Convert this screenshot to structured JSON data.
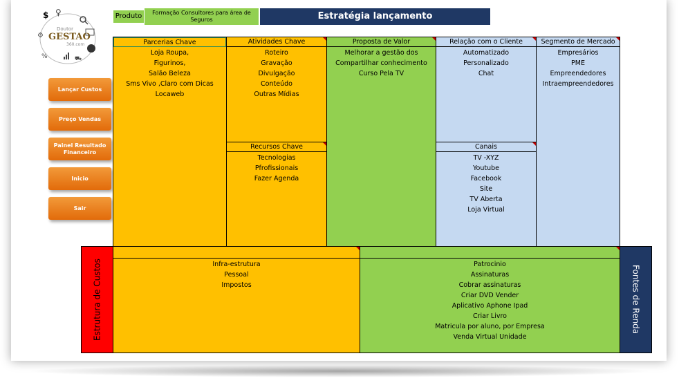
{
  "header": {
    "produto_label": "Produto",
    "produto_value": "Formação Consultores para área de Seguros",
    "title": "Estratégia lançamento"
  },
  "logo": {
    "line1": "Doutor",
    "line2": "GESTAO",
    "line3": "360.com"
  },
  "buttons": [
    {
      "label": "Lançar Custos"
    },
    {
      "label": "Preço Vendas"
    },
    {
      "label": "Painel Resultado Financeiro"
    },
    {
      "label": "Inicio"
    },
    {
      "label": "Sair"
    }
  ],
  "canvas": {
    "parcerias": {
      "title": "Parcerias Chave",
      "items": [
        "Loja Roupa,",
        "Figurinos,",
        "Salão Beleza",
        "Sms Vivo ,Claro com Dicas",
        "Locaweb"
      ]
    },
    "atividades": {
      "title": "Atividades Chave",
      "items": [
        "Roteiro",
        "Gravação",
        "Divulgação",
        "Conteúdo",
        "Outras Mídias"
      ]
    },
    "recursos": {
      "title": "Recursos Chave",
      "items": [
        "Tecnologias",
        "Pfrofissionais",
        "Fazer Agenda"
      ]
    },
    "proposta": {
      "title": "Proposta de Valor",
      "items": [
        "Melhorar a gestão dos",
        "Compartilhar conhecimento",
        "Curso Pela TV"
      ]
    },
    "relacao": {
      "title": "Relação com o Cliente",
      "items": [
        "Automatizado",
        "Personalizado",
        "Chat"
      ]
    },
    "canais": {
      "title": "Canais",
      "items": [
        "TV -XYZ",
        "Youtube",
        "Facebook",
        "Site",
        "TV Aberta",
        "Loja Virtual"
      ]
    },
    "segmento": {
      "title": "Segmento de Mercado",
      "items": [
        "Empresários",
        "PME",
        "Empreendedores",
        "Intraempreendedores"
      ]
    },
    "custos": {
      "side_label": "Estrutura de Custos",
      "items": [
        "Infra-estrutura",
        "Pessoal",
        "Impostos"
      ]
    },
    "receitas": {
      "side_label": "Fontes de Renda",
      "items": [
        "Patrocinio",
        "Assinaturas",
        "Cobrar assinaturas",
        "Criar DVD Vender",
        "Aplicativo Aphone Ipad",
        "Criar Livro",
        "Matricula por aluno, por Empresa",
        "Venda Virtual Unidade"
      ]
    }
  },
  "colors": {
    "orange": "#ffc000",
    "green": "#92d050",
    "blue": "#c5d9f1",
    "navy": "#1f3864",
    "red": "#ff0000",
    "button": "#e26b0a"
  }
}
